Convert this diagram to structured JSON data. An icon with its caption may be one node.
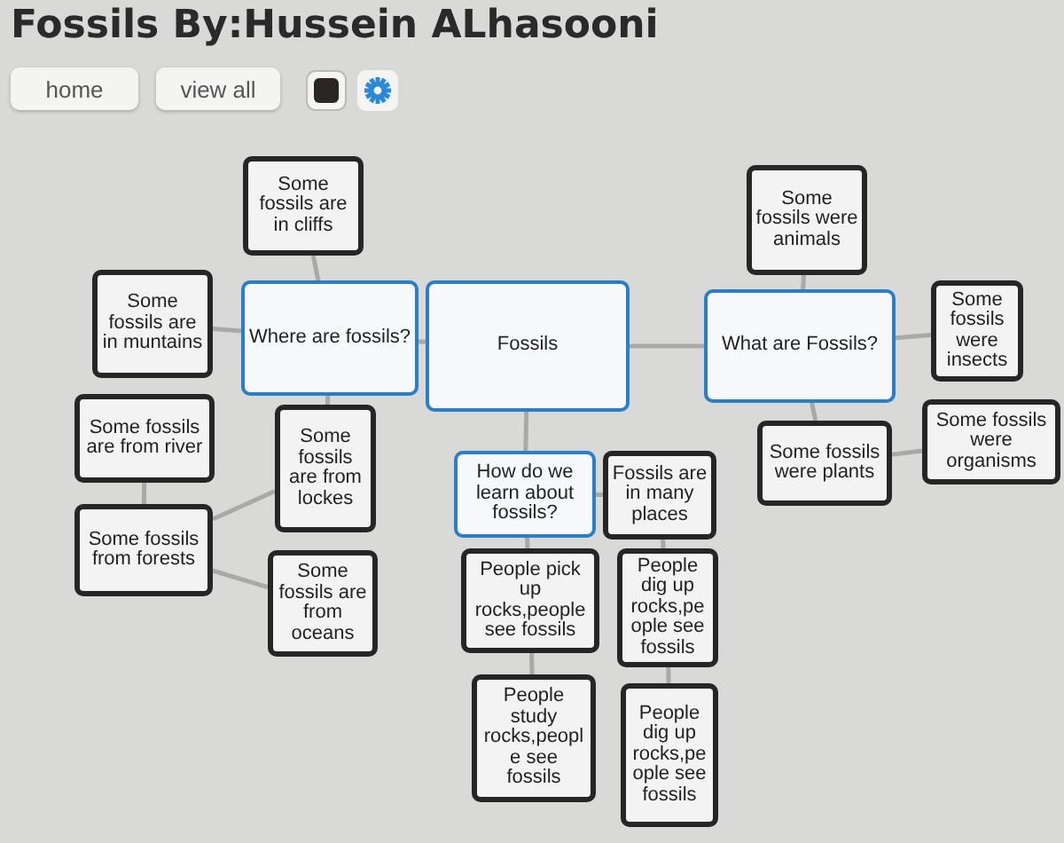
{
  "diagram": {
    "title": "Fossils By:Hussein ALhasooni",
    "nodes": [
      {
        "text": [
          "Some fossils are in cliffs"
        ]
      },
      {
        "text": [
          "Some fossils are in muntains"
        ]
      },
      {
        "text": [
          "Where are fossils?"
        ]
      },
      {
        "text": [
          "Fossils"
        ]
      },
      {
        "text": [
          "What are Fossils?"
        ]
      },
      {
        "text": [
          "Some fossils were animals"
        ]
      },
      {
        "text": [
          "Some fossils were insects"
        ]
      },
      {
        "text": [
          "Some fossils are from river"
        ]
      },
      {
        "text": [
          "Some fossils are from lockes"
        ]
      },
      {
        "text": [
          "Some fossils were plants"
        ]
      },
      {
        "text": [
          "Some fossils were organisms"
        ]
      },
      {
        "text": [
          "Some fossils from forests"
        ]
      },
      {
        "text": [
          "How do we learn about fossils?"
        ]
      },
      {
        "text": [
          "Fossils are in many places"
        ]
      },
      {
        "text": [
          "Some fossils are from oceans"
        ]
      },
      {
        "text": [
          "People pick up rocks,people see fossils"
        ]
      },
      {
        "text": [
          "People dig up rocks,people see fossils"
        ]
      },
      {
        "text": [
          "People study rocks,people see fossils"
        ]
      },
      {
        "text": [
          "People dig up rocks,people see fossils"
        ]
      }
    ],
    "edges": [
      {
        "from": 2,
        "to": 0,
        "arrow": "none"
      },
      {
        "from": 2,
        "to": 1,
        "arrow": "none"
      },
      {
        "from": 2,
        "to": 3,
        "arrow": "none"
      },
      {
        "from": 2,
        "to": 8,
        "arrow": "none"
      },
      {
        "from": 7,
        "to": 11,
        "arrow": "none"
      },
      {
        "from": 11,
        "to": 8,
        "arrow": "none"
      },
      {
        "from": 11,
        "to": 14,
        "arrow": "none"
      },
      {
        "from": 3,
        "to": 12,
        "arrow": "none"
      },
      {
        "from": 3,
        "to": 4,
        "arrow": "none"
      },
      {
        "from": 12,
        "to": 13,
        "arrow": "none"
      },
      {
        "from": 12,
        "to": 15,
        "arrow": "none"
      },
      {
        "from": 15,
        "to": 17,
        "arrow": "none"
      },
      {
        "from": 13,
        "to": 16,
        "arrow": "none"
      },
      {
        "from": 16,
        "to": 18,
        "arrow": "none"
      },
      {
        "from": 4,
        "to": 5,
        "arrow": "none"
      },
      {
        "from": 4,
        "to": 6,
        "arrow": "none"
      },
      {
        "from": 4,
        "to": 9,
        "arrow": "none"
      },
      {
        "from": 9,
        "to": 10,
        "arrow": "none"
      }
    ],
    "labels": [
      "home",
      "view all"
    ]
  }
}
